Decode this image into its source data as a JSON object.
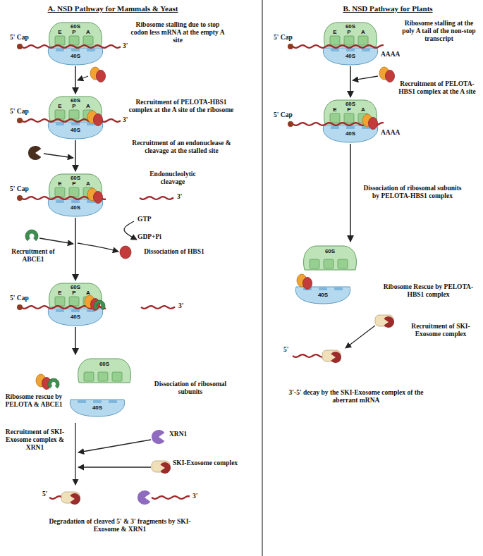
{
  "diagram": {
    "nodes": [
      {
        "text": [
          "60S",
          "E",
          "P",
          "A",
          "40S"
        ]
      },
      {
        "text": [
          "60S",
          "E",
          "P",
          "A",
          "40S"
        ]
      },
      {
        "text": [
          "60S",
          "E",
          "P",
          "A",
          "40S"
        ]
      },
      {
        "text": [
          "60S",
          "E",
          "P",
          "A",
          "40S"
        ]
      },
      {
        "text": [
          "60S",
          "40S"
        ]
      },
      {
        "text": [
          "60S",
          "E",
          "P",
          "A",
          "40S"
        ]
      },
      {
        "text": [
          "60S",
          "E",
          "P",
          "A",
          "40S"
        ]
      },
      {
        "text": [
          "60S",
          "40S"
        ]
      }
    ],
    "edges": [
      {
        "from": 0,
        "to": 1,
        "arrow": "to"
      },
      {
        "from": 1,
        "to": 2,
        "arrow": "to"
      },
      {
        "from": 2,
        "to": 3,
        "arrow": "to"
      },
      {
        "from": 3,
        "to": 4,
        "arrow": "to"
      },
      {
        "from": 5,
        "to": 6,
        "arrow": "to"
      },
      {
        "from": 6,
        "to": 7,
        "arrow": "to"
      }
    ],
    "labels": [
      "A. NSD Pathway for Mammals & Yeast",
      "B. NSD Pathway for Plants",
      "5' Cap",
      "3'",
      "Ribosome stalling due to stop codon less mRNA at the empty A site",
      "5' Cap",
      "3'",
      "Recruitment of PELOTA-HBS1 complex at the A site of the ribosome",
      "Recruitment of an endonuclease & cleavage at the stalled site",
      "5' Cap",
      "Endonucleolytic cleavage",
      "3'",
      "GTP",
      "GDP+Pi",
      "Recruitment of ABCE1",
      "Dissociation of HBS1",
      "5' Cap",
      "3'",
      "Ribosome rescue by PELOTA & ABCE1",
      "Dissociation of ribosomal subunits",
      "Recruitment of SKI- Exosome complex & XRN1",
      "XRN1",
      "SKI-Exosome complex",
      "5'",
      "3'",
      "Degradation of cleaved 5' & 3' fragments by SKI-Exosome & XRN1",
      "5' Cap",
      "Ribosome stalling at the poly A tail of the non-stop transcript",
      "AAAA",
      "Recruitment of PELOTA-HBS1 complex at the A site",
      "5' Cap",
      "AAAA",
      "Dissociation of ribosomal subunits by PELOTA-HBS1 complex",
      "Ribosome Rescue by PELOTA-HBS1 complex",
      "Recruitment of SKI-Exosome complex",
      "5'",
      "3'-5' decay by the SKI-Exosome complex of the aberrant mRNA"
    ]
  }
}
